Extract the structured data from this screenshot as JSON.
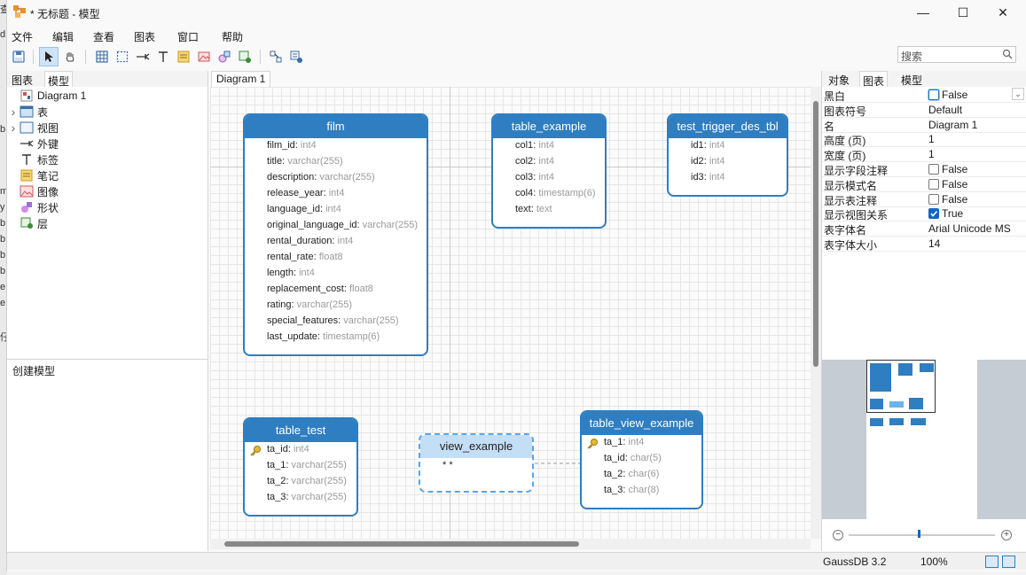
{
  "window": {
    "title": "* 无标题 - 模型",
    "min_glyph": "—",
    "max_glyph": "☐",
    "close_glyph": "✕"
  },
  "menu": [
    "文件",
    "编辑",
    "查看",
    "图表",
    "窗口",
    "帮助"
  ],
  "toolbar": {
    "tools": [
      "save-icon",
      "pointer-icon",
      "hand-icon",
      "table-icon",
      "view-icon",
      "foreign-key-icon",
      "label-icon",
      "note-icon",
      "image-icon",
      "shape-icon",
      "layer-icon",
      "auto-layout-icon",
      "sync-icon"
    ],
    "active_tool": "pointer-icon",
    "search_placeholder": "搜索"
  },
  "left_panel": {
    "tabs": [
      "图表",
      "模型"
    ],
    "active_tab": "模型",
    "tree": [
      {
        "label": "Diagram 1",
        "icon": "diagram-icon",
        "expandable": false
      },
      {
        "label": "表",
        "icon": "table-icon",
        "expandable": true
      },
      {
        "label": "视图",
        "icon": "view-icon",
        "expandable": true
      },
      {
        "label": "外键",
        "icon": "foreign-key-icon",
        "expandable": false
      },
      {
        "label": "标签",
        "icon": "label-icon",
        "expandable": false
      },
      {
        "label": "笔记",
        "icon": "note-icon",
        "expandable": false
      },
      {
        "label": "图像",
        "icon": "image-icon",
        "expandable": false
      },
      {
        "label": "形状",
        "icon": "shape-icon",
        "expandable": false
      },
      {
        "label": "层",
        "icon": "layer-icon",
        "expandable": false
      }
    ],
    "bottom_label": "创建模型"
  },
  "canvas": {
    "tab_label": "Diagram 1",
    "entities": [
      {
        "name": "film",
        "kind": "table",
        "fields": [
          {
            "name": "film_id",
            "type": "int4"
          },
          {
            "name": "title",
            "type": "varchar(255)"
          },
          {
            "name": "description",
            "type": "varchar(255)"
          },
          {
            "name": "release_year",
            "type": "int4"
          },
          {
            "name": "language_id",
            "type": "int4"
          },
          {
            "name": "original_language_id",
            "type": "varchar(255)"
          },
          {
            "name": "rental_duration",
            "type": "int4"
          },
          {
            "name": "rental_rate",
            "type": "float8"
          },
          {
            "name": "length",
            "type": "int4"
          },
          {
            "name": "replacement_cost",
            "type": "float8"
          },
          {
            "name": "rating",
            "type": "varchar(255)"
          },
          {
            "name": "special_features",
            "type": "varchar(255)"
          },
          {
            "name": "last_update",
            "type": "timestamp(6)"
          }
        ]
      },
      {
        "name": "table_example",
        "kind": "table",
        "fields": [
          {
            "name": "col1",
            "type": "int4"
          },
          {
            "name": "col2",
            "type": "int4"
          },
          {
            "name": "col3",
            "type": "int4"
          },
          {
            "name": "col4",
            "type": "timestamp(6)"
          },
          {
            "name": "text",
            "type": "text"
          }
        ]
      },
      {
        "name": "test_trigger_des_tbl",
        "kind": "table",
        "fields": [
          {
            "name": "id1",
            "type": "int4"
          },
          {
            "name": "id2",
            "type": "int4"
          },
          {
            "name": "id3",
            "type": "int4"
          }
        ]
      },
      {
        "name": "table_test",
        "kind": "table",
        "fields": [
          {
            "name": "ta_id",
            "type": "int4",
            "key": true
          },
          {
            "name": "ta_1",
            "type": "varchar(255)"
          },
          {
            "name": "ta_2",
            "type": "varchar(255)"
          },
          {
            "name": "ta_3",
            "type": "varchar(255)"
          }
        ]
      },
      {
        "name": "view_example",
        "kind": "view",
        "fields": [
          {
            "name": "* *",
            "type": ""
          }
        ]
      },
      {
        "name": "table_view_example",
        "kind": "table",
        "fields": [
          {
            "name": "ta_1",
            "type": "int4",
            "key": true
          },
          {
            "name": "ta_id",
            "type": "char(5)"
          },
          {
            "name": "ta_2",
            "type": "char(6)"
          },
          {
            "name": "ta_3",
            "type": "char(8)"
          }
        ]
      }
    ]
  },
  "right_panel": {
    "tabs": [
      "对象",
      "图表",
      "模型"
    ],
    "active_tab": "图表",
    "properties": [
      {
        "name": "黑白",
        "value": "False",
        "checkbox": true,
        "checked": false,
        "focused": true,
        "dropdown": true
      },
      {
        "name": "图表符号",
        "value": "Default"
      },
      {
        "name": "名",
        "value": "Diagram 1"
      },
      {
        "name": "高度 (页)",
        "value": "1"
      },
      {
        "name": "宽度 (页)",
        "value": "1"
      },
      {
        "name": "显示字段注释",
        "value": "False",
        "checkbox": true,
        "checked": false
      },
      {
        "name": "显示模式名",
        "value": "False",
        "checkbox": true,
        "checked": false
      },
      {
        "name": "显示表注释",
        "value": "False",
        "checkbox": true,
        "checked": false
      },
      {
        "name": "显示视图关系",
        "value": "True",
        "checkbox": true,
        "checked": true
      },
      {
        "name": "表字体名",
        "value": "Arial Unicode MS"
      },
      {
        "name": "表字体大小",
        "value": "14"
      }
    ],
    "zoom_minus": "−",
    "zoom_plus": "+",
    "zoom_level": 0.47
  },
  "status": {
    "db": "GaussDB 3.2",
    "zoom": "100%"
  },
  "colors": {
    "entity_header": "#2f7ec1",
    "view_header": "#c4def6",
    "selection": "#cfe3f7"
  }
}
